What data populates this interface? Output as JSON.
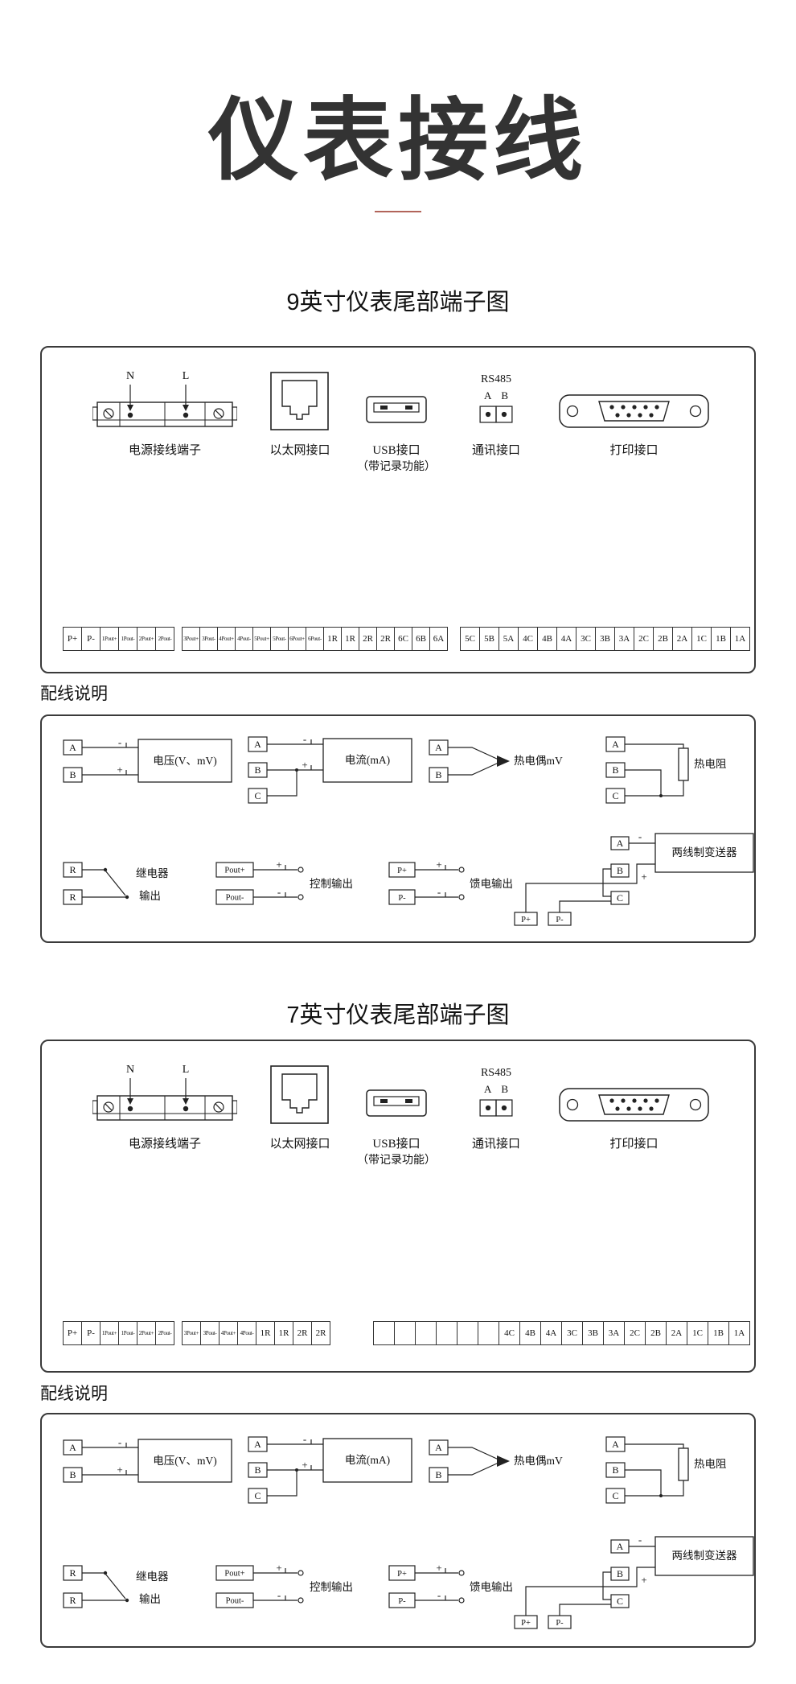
{
  "page": {
    "title": "仪表接线"
  },
  "colors": {
    "divider_accent": "#b2645a",
    "line_ink": "#222222",
    "title_ink": "#333333"
  },
  "sections": {
    "nine": {
      "heading": "9英寸仪表尾部端子图"
    },
    "seven": {
      "heading": "7英寸仪表尾部端子图"
    }
  },
  "ports": {
    "power": {
      "n": "N",
      "l": "L",
      "label": "电源接线端子"
    },
    "ethernet": {
      "label": "以太网接口"
    },
    "usb": {
      "label": "USB接口",
      "sub": "（带记录功能）"
    },
    "comm": {
      "title": "RS485",
      "a": "A",
      "b": "B",
      "label": "通讯接口"
    },
    "printer": {
      "label": "打印接口"
    }
  },
  "strips": {
    "nine": {
      "block1": [
        "P+",
        "P-",
        "1Pout+",
        "1Pout-",
        "2Pout+",
        "2Pout-"
      ],
      "block2": [
        "3Pout+",
        "3Pout-",
        "4Pout+",
        "4Pout-",
        "5Pout+",
        "5Pout-",
        "6Pout+",
        "6Pout-",
        "1R",
        "1R",
        "2R",
        "2R",
        "6C",
        "6B",
        "6A"
      ],
      "block3": [
        "5C",
        "5B",
        "5A",
        "4C",
        "4B",
        "4A",
        "3C",
        "3B",
        "3A",
        "2C",
        "2B",
        "2A",
        "1C",
        "1B",
        "1A"
      ]
    },
    "seven": {
      "block1": [
        "P+",
        "P-",
        "1Pout+",
        "1Pout-",
        "2Pout+",
        "2Pout-"
      ],
      "block2": [
        "3Pout+",
        "3Pout-",
        "4Pout+",
        "4Pout-",
        "1R",
        "1R",
        "2R",
        "2R"
      ],
      "block3": [
        "",
        "",
        "",
        "",
        "",
        "",
        "4C",
        "4B",
        "4A",
        "3C",
        "3B",
        "3A",
        "2C",
        "2B",
        "2A",
        "1C",
        "1B",
        "1A"
      ]
    }
  },
  "wiring": {
    "heading": "配线说明",
    "voltage": {
      "t1": "A",
      "t2": "B",
      "minus": "-",
      "plus": "+",
      "box": "电压(V、mV)"
    },
    "current": {
      "t1": "A",
      "t2": "B",
      "t3": "C",
      "minus": "-",
      "plus": "+",
      "box": "电流(mA)"
    },
    "thermocouple": {
      "t1": "A",
      "t2": "B",
      "label": "热电偶mV"
    },
    "rtd": {
      "t1": "A",
      "t2": "B",
      "t3": "C",
      "label": "热电阻"
    },
    "relay": {
      "t1": "R",
      "t2": "R",
      "line1": "继电器",
      "line2": "输出"
    },
    "control": {
      "t1": "Pout+",
      "t2": "Pout-",
      "plus": "+",
      "minus": "-",
      "label": "控制输出"
    },
    "feed": {
      "t1": "P+",
      "t2": "P-",
      "plus": "+",
      "minus": "-",
      "label": "馈电输出"
    },
    "transmitter": {
      "a": "A",
      "b": "B",
      "c": "C",
      "pplus": "P+",
      "pminus": "P-",
      "minus": "-",
      "plus": "+",
      "box": "两线制变送器"
    }
  }
}
